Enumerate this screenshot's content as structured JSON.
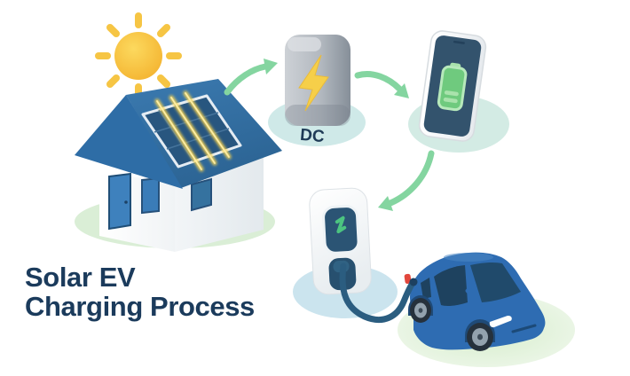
{
  "title": {
    "line1": "Solar EV",
    "line2": "Charging Process"
  },
  "labels": {
    "dc": "DC"
  },
  "scene": {
    "icons": [
      "sun-icon",
      "solar-house-icon",
      "solar-panel-icon",
      "flow-arrow-icon",
      "dc-inverter-icon",
      "lightning-bolt-icon",
      "phone-battery-monitor-icon",
      "battery-icon",
      "ev-charger-icon",
      "charge-zigzag-icon",
      "charging-cable",
      "electric-car-icon"
    ],
    "colors": {
      "arrow_green": "#84d5a0",
      "sun_yellow": "#f6c544",
      "roof_blue": "#2f6da8",
      "solar_panel_blue": "#28567f",
      "panel_glow_yellow": "#ffd84f",
      "inverter_gray": "#aab0b8",
      "battery_green": "#6fca7e",
      "screen_navy": "#33536d",
      "car_blue": "#2e6cb2",
      "title_navy": "#1b3b5c",
      "ground_green": "#daeed6",
      "base_cyan": "#cfe9e8",
      "base_blue": "#cbe4ee"
    }
  }
}
